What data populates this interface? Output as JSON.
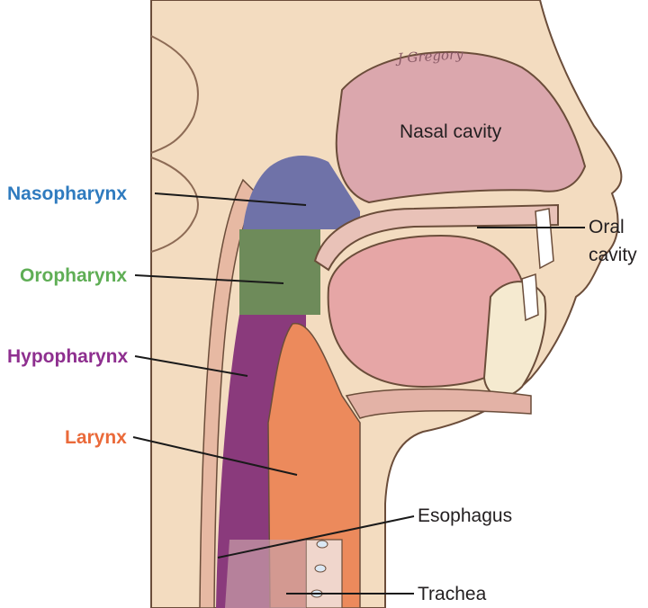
{
  "signature": "J Gregory",
  "labels": {
    "nasopharynx": "Nasopharynx",
    "oropharynx": "Oropharynx",
    "hypopharynx": "Hypopharynx",
    "larynx": "Larynx",
    "nasal_cavity": "Nasal cavity",
    "oral_cavity_line1": "Oral",
    "oral_cavity_line2": "cavity",
    "esophagus": "Esophagus",
    "trachea": "Trachea"
  },
  "colors": {
    "nasopharynx": "#2f7bbf",
    "oropharynx": "#5fae55",
    "hypopharynx": "#8e2f8f",
    "larynx": "#ea6a3a",
    "skin": "#f3dcc0",
    "skin_outline": "#6b4d3a",
    "nasal_pink": "#dba7ad",
    "tongue": "#e6a6a6",
    "bone": "#f5ead0",
    "leader": "#1a1a1a"
  }
}
